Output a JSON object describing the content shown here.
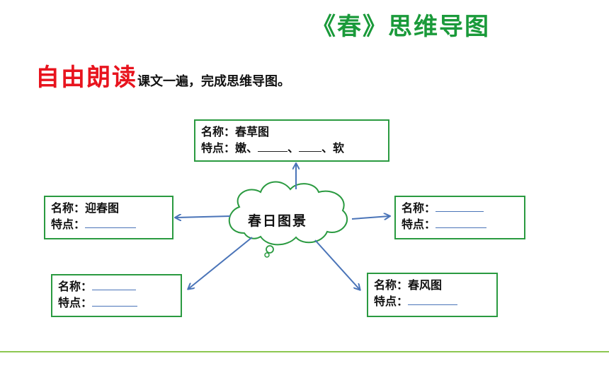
{
  "title": "《春》思维导图",
  "instruction": {
    "highlight": "自由朗读",
    "rest": "课文一遍，完成思维导图。"
  },
  "center": {
    "label": "春日图景"
  },
  "boxes": {
    "top": {
      "name_line": "名称：春草图",
      "feature_prefix": "特点：嫩、",
      "sep1": "、",
      "sep2": "、软"
    },
    "left": {
      "name_line": "名称：迎春图",
      "feature_prefix": "特点："
    },
    "right": {
      "name_prefix": "名称：",
      "feature_prefix": "特点："
    },
    "bottom_left": {
      "name_prefix": "名称：",
      "feature_prefix": "特点："
    },
    "bottom_right": {
      "name_line": "名称：春风图",
      "feature_prefix": "特点："
    }
  },
  "colors": {
    "title": "#1a9a3a",
    "highlight": "#e8141e",
    "box_border": "#2a9a40",
    "arrow": "#4a74b8",
    "rule": "#8cc751"
  }
}
